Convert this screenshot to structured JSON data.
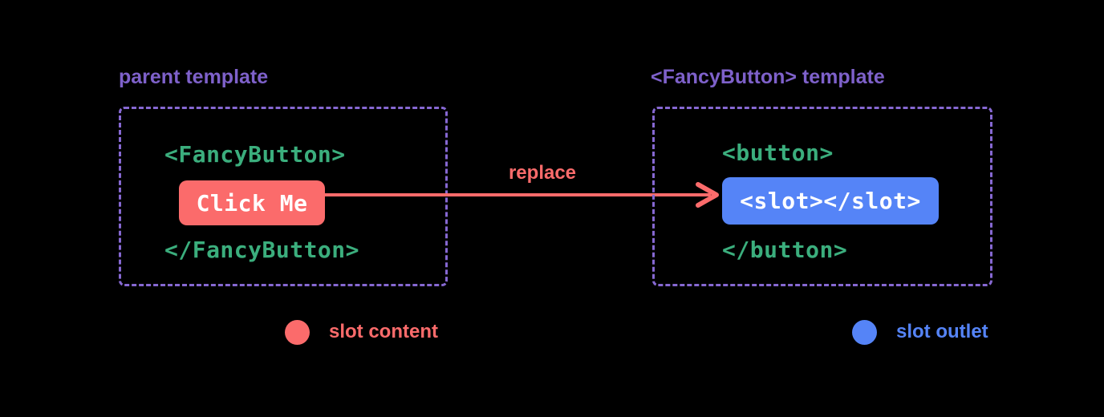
{
  "colors": {
    "bg": "#000000",
    "purple": "#7e61ca",
    "purple-border": "#8668d2",
    "green": "#3bae7d",
    "coral": "#fb6b6b",
    "blue": "#5584f7",
    "white": "#ffffff"
  },
  "parent_panel": {
    "title": "parent template",
    "code_open": "<FancyButton>",
    "button_label": "Click Me",
    "code_close": "</FancyButton>"
  },
  "arrow": {
    "label": "replace"
  },
  "fancy_button_panel": {
    "title": "<FancyButton> template",
    "code_open": "<button>",
    "slot_label": "<slot></slot>",
    "code_close": "</button>"
  },
  "legend": {
    "slot_content": "slot content",
    "slot_outlet": "slot outlet"
  }
}
